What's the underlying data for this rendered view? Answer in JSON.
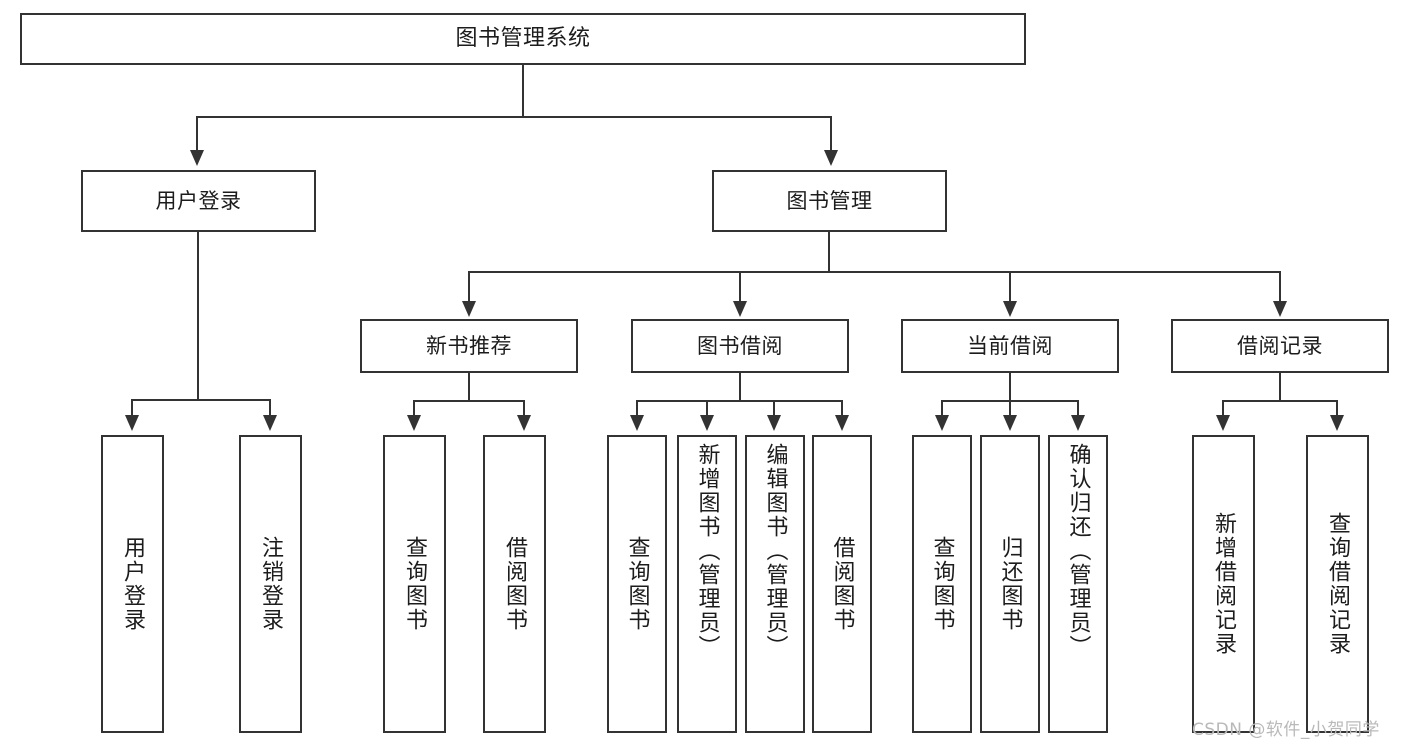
{
  "diagram": {
    "title": "图书管理系统",
    "watermark": "CSDN @软件_小贺同学",
    "colors": {
      "background": "#ffffff",
      "border": "#333333",
      "text": "#1c1c1c",
      "watermark": "#b9b9b9"
    },
    "nodes": {
      "root": {
        "label": "图书管理系统"
      },
      "level2": [
        {
          "label": "用户登录"
        },
        {
          "label": "图书管理"
        }
      ],
      "level3": [
        {
          "label": "新书推荐"
        },
        {
          "label": "图书借阅"
        },
        {
          "label": "当前借阅"
        },
        {
          "label": "借阅记录"
        }
      ],
      "leaves": {
        "user_login": [
          {
            "label": "用户登录"
          },
          {
            "label": "注销登录"
          }
        ],
        "new_book_recommend": [
          {
            "label": "查询图书"
          },
          {
            "label": "借阅图书"
          }
        ],
        "book_borrow": [
          {
            "label": "查询图书"
          },
          {
            "label": "新增图书（管理员）"
          },
          {
            "label": "编辑图书（管理员）"
          },
          {
            "label": "借阅图书"
          }
        ],
        "current_borrow": [
          {
            "label": "查询图书"
          },
          {
            "label": "归还图书"
          },
          {
            "label": "确认归还（管理员）"
          }
        ],
        "borrow_record": [
          {
            "label": "新增借阅记录"
          },
          {
            "label": "查询借阅记录"
          }
        ]
      }
    }
  }
}
